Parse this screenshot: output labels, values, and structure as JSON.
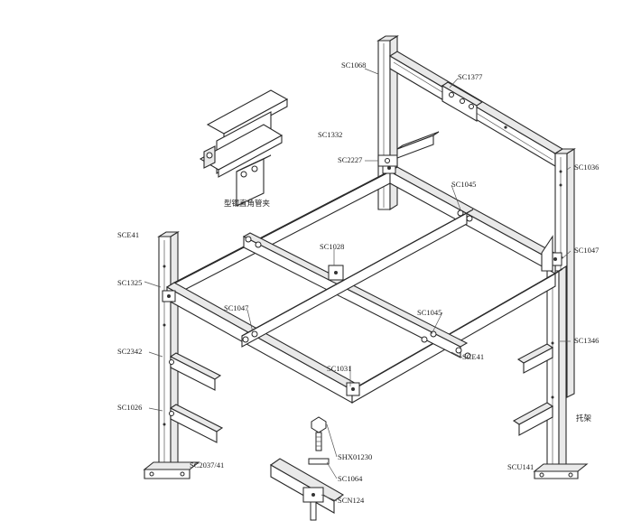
{
  "labels": {
    "sc1068": "SC1068",
    "sc1377": "SC1377",
    "sc1332": "SC1332",
    "sc2227": "SC2227",
    "sc1036": "SC1036",
    "sc1045_top": "SC1045",
    "sce41_left": "SCE41",
    "sc1028": "SC1028",
    "sc1047_right": "SC1047",
    "sc1325": "SC1325",
    "sc1047_left": "SC1047",
    "sc1045_mid": "SC1045",
    "sc1346": "SC1346",
    "sce41_mid": "SCE41",
    "sc2342": "SC2342",
    "sc1031": "SC1031",
    "sc1026": "SC1026",
    "tuojia": "托架",
    "shx01230": "SHX01230",
    "sc2037": "SC2037/41",
    "sc1064": "SC1064",
    "scu141": "SCU141",
    "scn124": "SCN124",
    "clamp_caption": "型钢直角管夹"
  }
}
